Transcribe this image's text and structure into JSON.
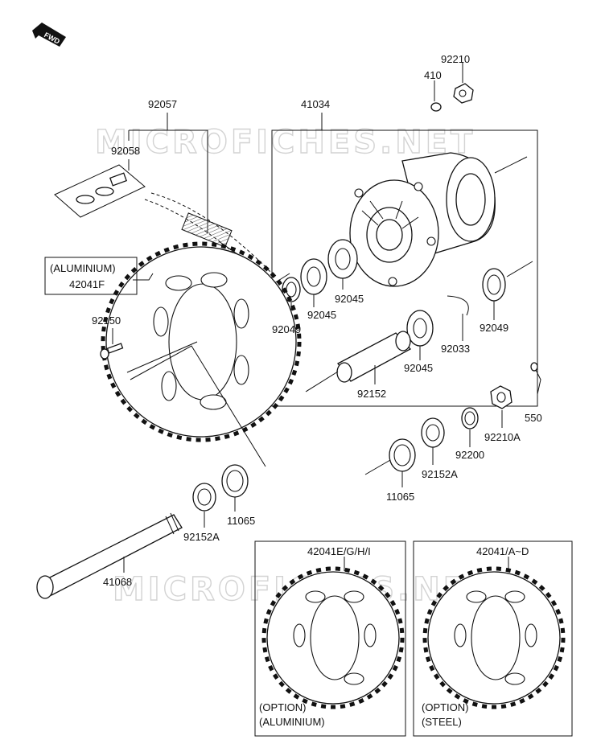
{
  "watermark": "MICROFICHES.NET",
  "fwd_badge": "FWD",
  "labels": {
    "chain": "92057",
    "chain_link": "92058",
    "hub": "41034",
    "nut_top": "92210",
    "washer_top": "410",
    "alu_tag": "(ALUMINIUM)",
    "alu_part": "42041F",
    "bolt": "92150",
    "seal_left": "92049",
    "bearing_a": "92045",
    "bearing_b": "92045",
    "bearing_c": "92045",
    "seal_right": "92049",
    "circlip": "92033",
    "spacer": "92152",
    "cotter_pin": "550",
    "castle_nut": "92210A",
    "washer": "92200",
    "collar_right": "92152A",
    "seal_outer_right": "11065",
    "seal_outer_left": "11065",
    "collar_left": "92152A",
    "axle": "41068"
  },
  "options": [
    {
      "part": "42041E/G/H/I",
      "note_1": "(OPTION)",
      "note_2": "(ALUMINIUM)"
    },
    {
      "part": "42041/A~D",
      "note_1": "(OPTION)",
      "note_2": "(STEEL)"
    }
  ]
}
